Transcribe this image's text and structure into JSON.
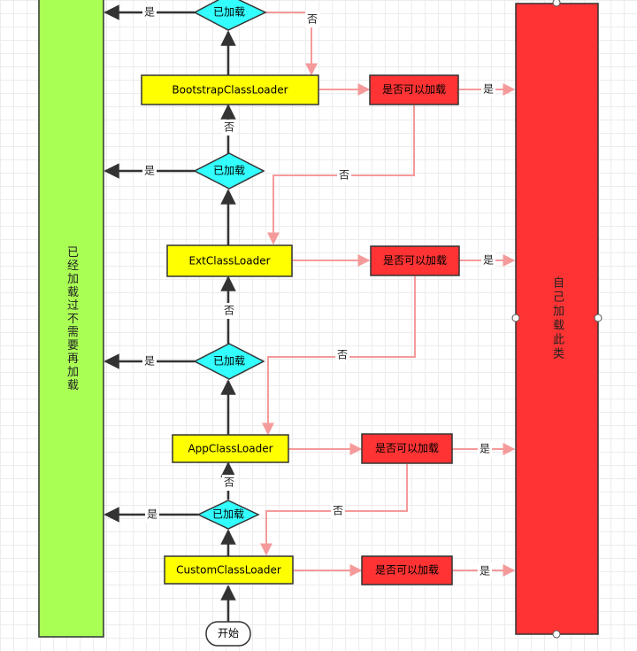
{
  "colors": {
    "left_bar": "#aaff55",
    "right_bar": "#ff3333",
    "loader_box": "#ffff00",
    "check_box": "#ff3333",
    "diamond": "#33ffff",
    "black_arrow": "#333333",
    "pink_arrow": "#f59a9a",
    "stroke": "#333333"
  },
  "left_bar": {
    "label": "已经加载过不需要再加载"
  },
  "right_bar": {
    "label": "自己加载此类"
  },
  "start": {
    "label": "开始"
  },
  "loaders": [
    {
      "label": "BootstrapClassLoader"
    },
    {
      "label": "ExtClassLoader"
    },
    {
      "label": "AppClassLoader"
    },
    {
      "label": "CustomClassLoader"
    }
  ],
  "checks": [
    {
      "label": "是否可以加载"
    },
    {
      "label": "是否可以加载"
    },
    {
      "label": "是否可以加载"
    },
    {
      "label": "是否可以加载"
    }
  ],
  "decisions": [
    {
      "label": "已加载"
    },
    {
      "label": "已加载"
    },
    {
      "label": "已加载"
    },
    {
      "label": "已加载"
    }
  ],
  "edge_labels": {
    "yes": "是",
    "no": "否"
  }
}
